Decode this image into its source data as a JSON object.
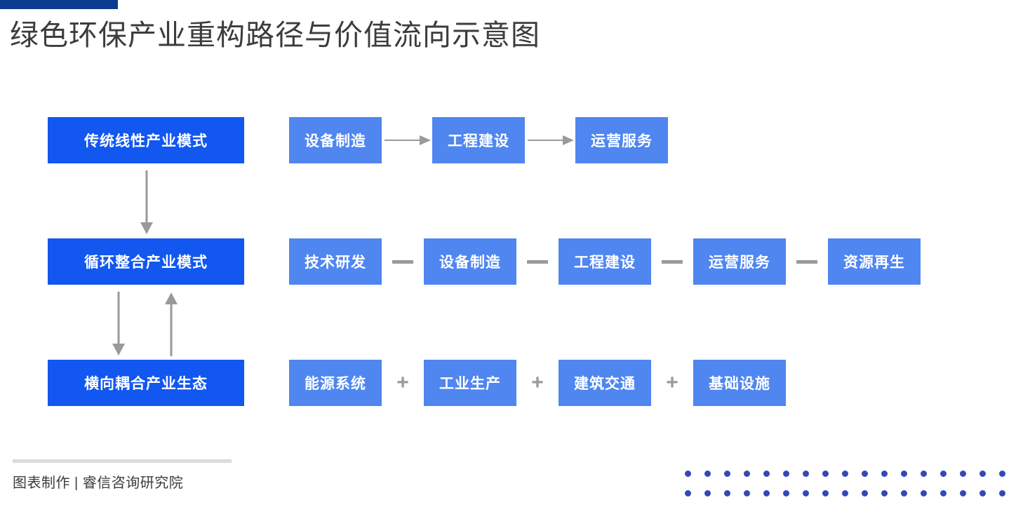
{
  "page": {
    "title": "绿色环保产业重构路径与价值流向示意图"
  },
  "accent_bar": {
    "color": "#0c3c8f"
  },
  "colors": {
    "mode_box": "#1157f0",
    "stage_box": "#4f86f0",
    "connector": "#9a9a9a",
    "dot": "#3447b8",
    "title_text": "#3c3c3c",
    "footer_rule": "#dcdcdc"
  },
  "rows": [
    {
      "mode_label": "传统线性产业模式",
      "connector_type": "arrow",
      "stages": [
        "设备制造",
        "工程建设",
        "运营服务"
      ],
      "separators": [
        "→",
        "→"
      ]
    },
    {
      "mode_label": "循环整合产业模式",
      "connector_type": "dash",
      "stages": [
        "技术研发",
        "设备制造",
        "工程建设",
        "运营服务",
        "资源再生"
      ],
      "separators": [
        "—",
        "—",
        "—",
        "—"
      ]
    },
    {
      "mode_label": "横向耦合产业生态",
      "connector_type": "plus",
      "stages": [
        "能源系统",
        "工业生产",
        "建筑交通",
        "基础设施"
      ],
      "separators": [
        "+",
        "+",
        "+"
      ]
    }
  ],
  "vertical_flows": [
    {
      "direction": "down",
      "from": "传统线性产业模式",
      "to": "循环整合产业模式"
    },
    {
      "direction": "down",
      "from": "循环整合产业模式",
      "to": "横向耦合产业生态"
    },
    {
      "direction": "up",
      "from": "横向耦合产业生态",
      "to": "循环整合产业模式"
    }
  ],
  "footer": {
    "credit": "图表制作 | 睿信咨询研究院"
  },
  "decoration": {
    "dot_grid_columns": 17,
    "dot_grid_rows": 2
  }
}
